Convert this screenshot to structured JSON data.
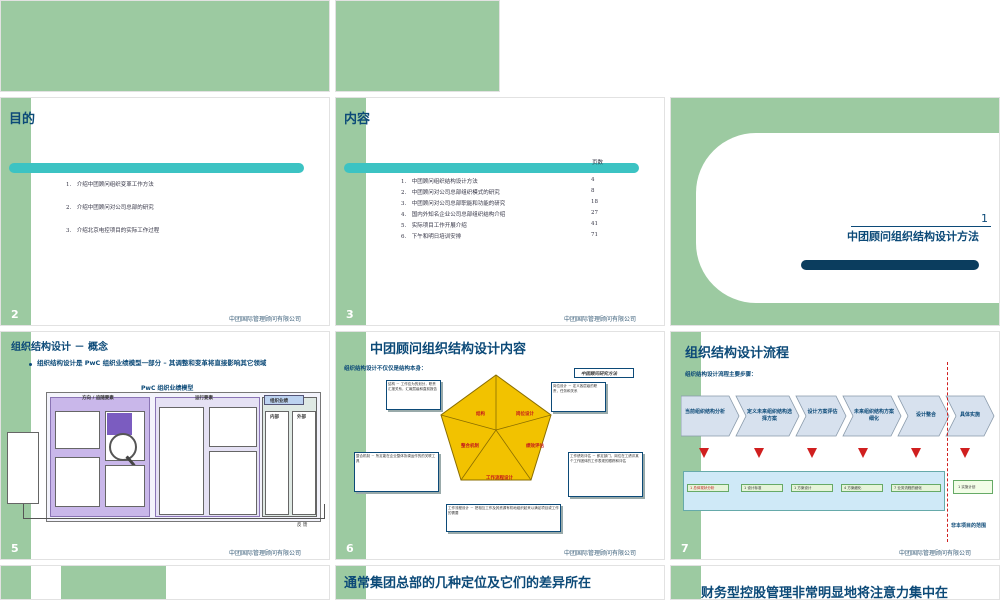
{
  "slide2": {
    "title": "目的",
    "number": "2",
    "items": [
      "1.　介绍中团顾问组织变革工作方法",
      "2.　介绍中团顾问对公司总部的研究",
      "3.　介绍北京电控项目的实际工作过程"
    ],
    "footer": "中团国际管理顾问有限公司"
  },
  "slide3": {
    "title": "内容",
    "number": "3",
    "page_header": "页数",
    "items": [
      {
        "text": "1.　中团顾问组织结构设计方法",
        "page": "4"
      },
      {
        "text": "2.　中团顾问对公司总部组织模式的研究",
        "page": "8"
      },
      {
        "text": "3.　中团顾问对公司总部职能和功能的研究",
        "page": "18"
      },
      {
        "text": "4.　国内外知名企业公司总部组织结构介绍",
        "page": "27"
      },
      {
        "text": "5.　实际项目工作开展介绍",
        "page": "41"
      },
      {
        "text": "6.　下午和明日培训安排",
        "page": "71"
      }
    ],
    "footer": "中团国际管理顾问有限公司"
  },
  "slide4": {
    "section_number": "1",
    "section_title": "中团顾问组织结构设计方法"
  },
  "slide5": {
    "title": "组织结构设计 － 概念",
    "bullet": "组织结构设计是 PwC 组织业绩模型一部分 – 其调整和变革将直接影响其它领域",
    "model_title": "PwC 组织业绩模型",
    "header_direction": "方向 / 追随要素",
    "header_operation": "运行要素",
    "header_org": "组织业绩",
    "label_internal": "内部",
    "label_external": "外部",
    "label_feedback": "反 馈",
    "number": "5",
    "footer": "中团国际管理顾问有限公司"
  },
  "slide6": {
    "title": "中团顾问组织结构设计内容",
    "subtitle": "组织结构设计不仅仅是结构本身：",
    "method_label": "中团顾问研究方法",
    "pentagon_labels": [
      "结构",
      "岗位设计",
      "整合机制",
      "绩效评估",
      "工作流程设计"
    ],
    "box_structure": "结构 － 工作应为的划分，职责汇报关系，汇報层级和直前报告",
    "box_position": "岗位设计 － 定义各层级的职责，任务和关系",
    "box_integration": "整合机制 － 所定能在企业整体协调运作的的关联工具",
    "box_performance": "工作绩效评估 － 即定部门，岗位在工绩评某个工作团体的工作表现的跟踪和评估",
    "box_workflow": "工作流程设计 － 把相互工作及其资源有机地组织起来以满足项目或工作的需要",
    "number": "6",
    "footer": "中团国际管理顾问有限公司"
  },
  "slide7": {
    "title": "组织结构设计流程",
    "subtitle": "组织结构设计流程主要步骤：",
    "steps": [
      "当前组织结构分析",
      "定义未来组织结构选择方案",
      "设计方案评估",
      "未来组织结构方案细化",
      "设计整合",
      "具体实施"
    ],
    "sub_items": [
      "1 总体现状分析",
      "1 设计标准",
      "1 方案设计",
      "4 方案细化",
      "7 业务流程的细化",
      "1 实施计划"
    ],
    "note": "非本项目的范围",
    "number": "7",
    "footer": "中团国际管理顾问有限公司"
  },
  "slide9": {
    "title": "通常集团总部的几种定位及它们的差异所在"
  },
  "slide10": {
    "title": "财务型控股管理非常明显地将注意力集中在"
  }
}
